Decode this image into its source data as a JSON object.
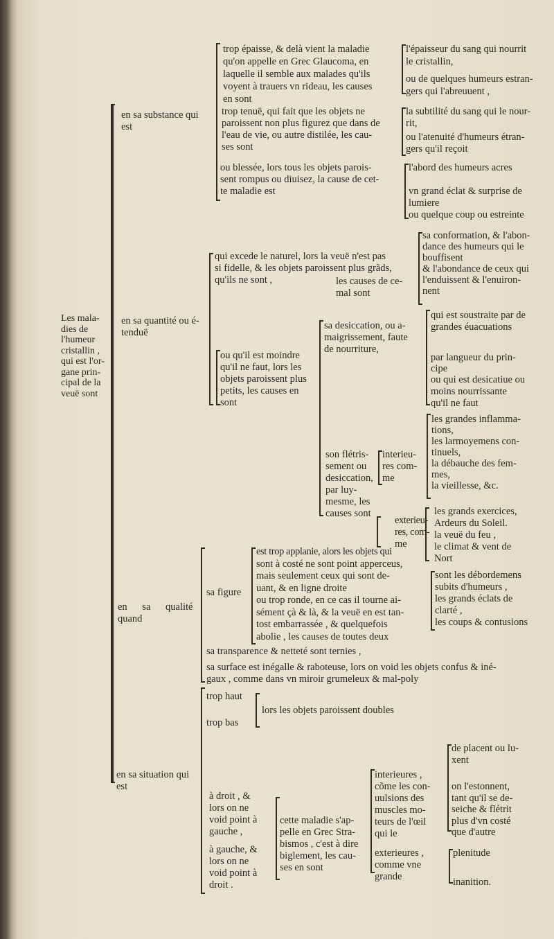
{
  "root": [
    "Les mala-",
    "dies de",
    "l'humeur",
    "cristallin ,",
    "qui est l'or-",
    "gane prin-",
    "cipal de la",
    "veuë sont"
  ],
  "substance": {
    "label": [
      "en sa substance qui",
      "est"
    ],
    "epaisse": [
      "trop épaisse, & delà vient la maladie",
      "qu'on appelle en Grec Glaucoma, en",
      "laquelle il semble aux malades qu'ils",
      "voyent à trauers vn rideau, les causes",
      "en sont"
    ],
    "epaisse_causes_1": [
      "l'épaisseur du sang qui nourrit",
      "le cristallin,"
    ],
    "epaisse_causes_2": [
      "ou de quelques humeurs estran-",
      "gers qui l'abreuuent ,"
    ],
    "tenue": [
      "trop tenuë, qui fait que les objets ne",
      "paroissent non plus figurez que dans de",
      "l'eau de vie, ou autre distilée, les cau-",
      "ses sont"
    ],
    "tenue_causes_1": [
      "la subtilité du sang qui le nour-",
      "rit,"
    ],
    "tenue_causes_2": [
      "ou l'atenuité d'humeurs étran-",
      "gers qu'il reçoit"
    ],
    "blessee": [
      "ou blessée, lors tous les objets parois-",
      "sent rompus ou diuisez, la cause de cet-",
      "te maladie est"
    ],
    "blessee_causes_1": [
      "l'abord des humeurs acres"
    ],
    "blessee_causes_2": [
      "vn grand éclat & surprise de",
      "lumiere"
    ],
    "blessee_causes_3": [
      "ou quelque coup ou estreinte"
    ]
  },
  "quantite": {
    "label": [
      "en sa quantité ou é-",
      "tenduë"
    ],
    "excede": [
      "qui excede le naturel, lors la veuë n'est pas",
      "si fidelle, & les objets paroissent plus grãds,",
      "qu'ils ne sont ,"
    ],
    "excede_tail": [
      "les causes de ce-",
      "mal sont"
    ],
    "excede_causes": [
      "sa conformation, & l'abon-",
      "dance des humeurs qui le",
      "bouffisent",
      "& l'abondance de ceux qui",
      "l'enduissent & l'enuiron-",
      "nent"
    ],
    "moindre": [
      "ou qu'il est moindre",
      "qu'il ne faut, lors les",
      "objets paroissent plus",
      "petits, les causes en",
      "sont"
    ],
    "desiccation": [
      "sa desiccation, ou a-",
      "maigrissement, faute",
      "de nourriture,"
    ],
    "desiccation_causes_1": [
      "qui est soustraite par de",
      "grandes éuacuations"
    ],
    "desiccation_causes_2": [
      "par langueur du prin-",
      "cipe"
    ],
    "desiccation_causes_3": [
      "ou qui est desicatiue ou",
      "moins nourrissante",
      "qu'il ne faut"
    ],
    "fletrissement": [
      "son flétris-",
      "sement ou",
      "desiccation,",
      "par luy-",
      "mesme, les",
      "causes sont"
    ],
    "interieures": [
      "interieu-",
      "res com-",
      "me"
    ],
    "interieures_causes": [
      "les grandes inflamma-",
      "tions,",
      "les larmoyemens con-",
      "tinuels,",
      "la débauche des fem-",
      "mes,",
      "la vieillesse, &c."
    ],
    "exterieures": [
      "exterieu-",
      "res, com-",
      "me"
    ],
    "exterieures_causes": [
      "les grands exercices,",
      "Ardeurs du Soleil.",
      "la veuë du feu ,",
      "le climat & vent de",
      "Nort"
    ]
  },
  "qualite": {
    "label": [
      "en sa qualité",
      "quand"
    ],
    "figure_label": [
      "sa figure"
    ],
    "figure": [
      "est trop applanie, alors les objets qui",
      "sont à costé ne sont point apperceus,",
      "mais seulement ceux qui sont de-",
      "uant, & en ligne droite",
      "ou trop ronde, en ce cas il tourne ai-",
      "sément çà & là, & la veuë en est tan-",
      "tost embarrassée , & quelquefois",
      "abolie , les causes de toutes deux"
    ],
    "figure_causes": [
      "sont les débordemens",
      "subits d'humeurs ,",
      "les grands éclats de",
      "clarté ,",
      "les coups & contusions"
    ],
    "transparence": [
      "sa transparence & netteté sont ternies ,"
    ],
    "surface": [
      "sa surface est inégalle & raboteuse, lors on void les objets confus & iné-",
      "gaux , comme dans vn miroir grumeleux & mal-poly"
    ]
  },
  "situation": {
    "label": [
      "en sa situation qui",
      "est"
    ],
    "haut": [
      "trop haut"
    ],
    "bas": [
      "trop bas"
    ],
    "doubles": [
      "lors les objets paroissent doubles"
    ],
    "droit": [
      "à droit , &",
      "lors on ne",
      "void point à",
      "gauche ,"
    ],
    "gauche": [
      "à gauche, &",
      "lors on ne",
      "void point à",
      "droit ."
    ],
    "strabismos": [
      "cette maladie s'ap-",
      "pelle en Grec Stra-",
      "bismos , c'est à dire",
      "biglement, les cau-",
      "ses en sont"
    ],
    "interieures": [
      "interieures ,",
      "cõme les con-",
      "uulsions des",
      "muscles mo-",
      "teurs de l'œil",
      "qui le"
    ],
    "exterieures": [
      "exterieures ,",
      "comme vne",
      "grande"
    ],
    "interieures_causes_1": [
      "de placent ou lu-",
      "xent"
    ],
    "interieures_causes_2": [
      "on l'estonnent,",
      "tant qu'il se de-",
      "seiche & flétrit",
      "plus d'vn costé",
      "que d'autre"
    ],
    "exterieures_causes_1": [
      "plenitude"
    ],
    "exterieures_causes_2": [
      "inanition."
    ]
  }
}
